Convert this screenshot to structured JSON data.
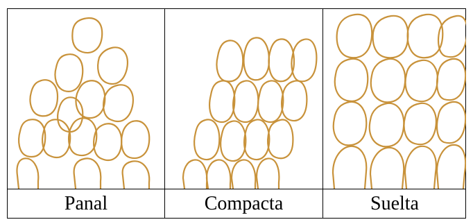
{
  "cell_color": "#c8923a",
  "panels": [
    {
      "label": "Panal"
    },
    {
      "label": "Compacta"
    },
    {
      "label": "Suelta"
    }
  ]
}
